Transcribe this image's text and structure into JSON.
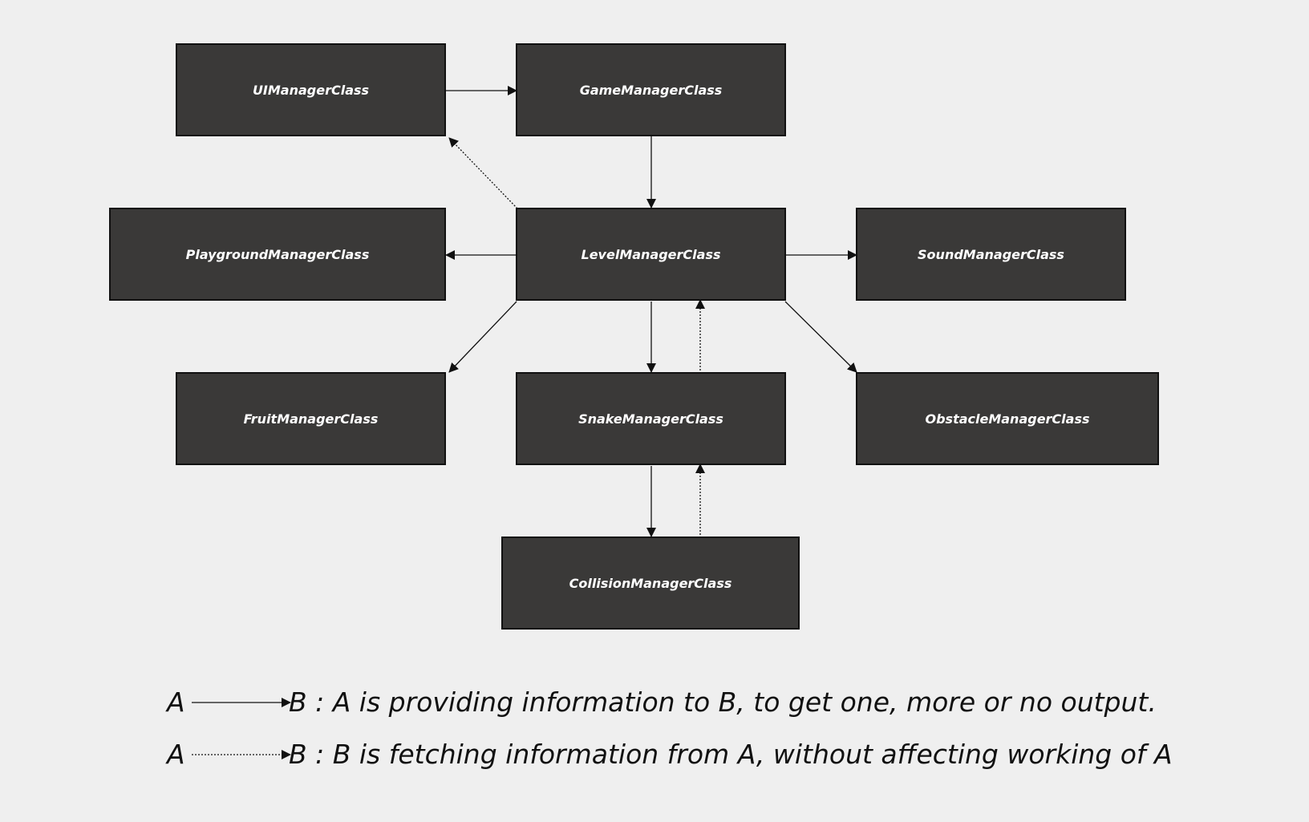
{
  "nodes": {
    "ui_manager": "UIManagerClass",
    "game_manager": "GameManagerClass",
    "playground_manager": "PlaygroundManagerClass",
    "level_manager": "LevelManagerClass",
    "sound_manager": "SoundManagerClass",
    "fruit_manager": "FruitManagerClass",
    "snake_manager": "SnakeManagerClass",
    "obstacle_manager": "ObstacleManagerClass",
    "collision_manager": "CollisionManagerClass"
  },
  "edges": [
    {
      "from": "UIManagerClass",
      "to": "GameManagerClass",
      "style": "solid"
    },
    {
      "from": "GameManagerClass",
      "to": "LevelManagerClass",
      "style": "solid"
    },
    {
      "from": "LevelManagerClass",
      "to": "UIManagerClass",
      "style": "dotted"
    },
    {
      "from": "LevelManagerClass",
      "to": "PlaygroundManagerClass",
      "style": "solid"
    },
    {
      "from": "LevelManagerClass",
      "to": "SoundManagerClass",
      "style": "solid"
    },
    {
      "from": "LevelManagerClass",
      "to": "FruitManagerClass",
      "style": "solid"
    },
    {
      "from": "LevelManagerClass",
      "to": "SnakeManagerClass",
      "style": "solid"
    },
    {
      "from": "SnakeManagerClass",
      "to": "LevelManagerClass",
      "style": "dotted"
    },
    {
      "from": "LevelManagerClass",
      "to": "ObstacleManagerClass",
      "style": "solid"
    },
    {
      "from": "SnakeManagerClass",
      "to": "CollisionManagerClass",
      "style": "solid"
    },
    {
      "from": "CollisionManagerClass",
      "to": "SnakeManagerClass",
      "style": "dotted"
    }
  ],
  "legend": {
    "solid": {
      "from": "A",
      "text": "B : A is providing information to B, to get one, more or no output."
    },
    "dotted": {
      "from": "A",
      "text": "B : B is fetching information from A, without affecting working of A"
    }
  },
  "colors": {
    "background": "#efefef",
    "node_fill": "#3a3938",
    "node_border": "#111111",
    "node_text": "#ffffff",
    "arrow": "#111111"
  }
}
